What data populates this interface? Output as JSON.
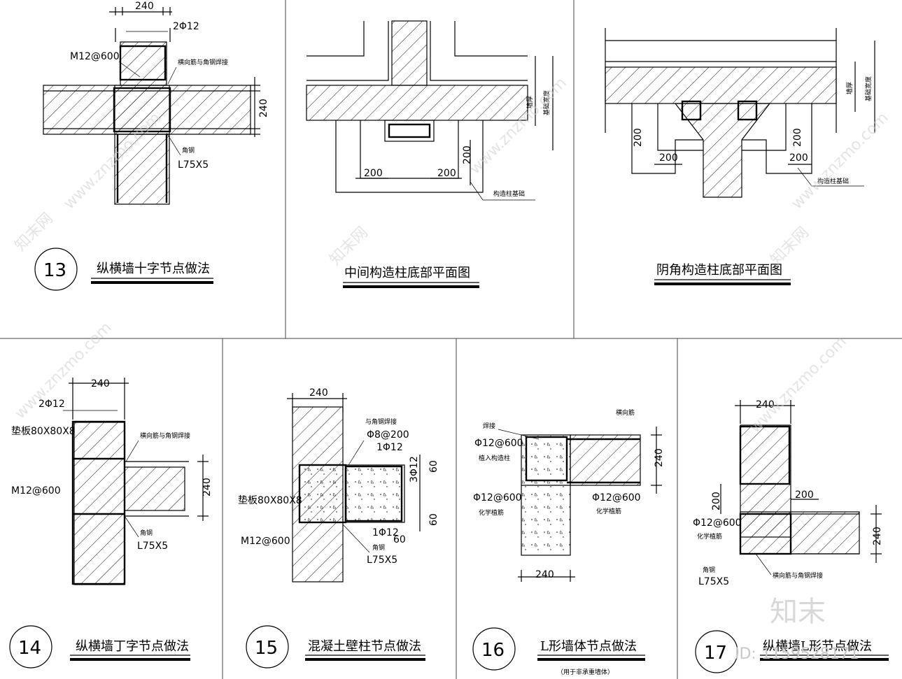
{
  "panels": [
    {
      "id": "13",
      "title": "纵横墙十字节点做法",
      "labels": {
        "dim_top": "240",
        "bar_top": "2Φ12",
        "anchor": "M12@600",
        "weld_note": "横向筋与角钢焊接",
        "dim_right": "240",
        "angle": "角钢",
        "angle_size": "L75X5"
      }
    },
    {
      "id": "mid",
      "title": "中间构造柱底部平面图",
      "labels": {
        "wall_thk": "墙厚",
        "found_w": "基础宽度",
        "d1": "200",
        "d2": "200",
        "d3": "200",
        "found_note": "构造柱基础"
      }
    },
    {
      "id": "corner",
      "title": "阴角构造柱底部平面图",
      "labels": {
        "wall_thk": "墙厚",
        "found_w": "基础宽度",
        "d1": "200",
        "d2": "200",
        "d3": "200",
        "d4": "200",
        "found_note": "构造柱基础"
      }
    },
    {
      "id": "14",
      "title": "纵横墙丁字节点做法",
      "labels": {
        "dim_top": "240",
        "bar_top": "2Φ12",
        "plate": "垫板80X80X8",
        "weld_note": "横向筋与角钢焊接",
        "anchor": "M12@600",
        "dim_right": "240",
        "angle": "角钢",
        "angle_size": "L75X5"
      }
    },
    {
      "id": "15",
      "title": "混凝土壁柱节点做法",
      "labels": {
        "dim_top": "240",
        "weld_note": "与角钢焊接",
        "stirrup": "Φ8@200",
        "bar1": "1Φ12",
        "bar3": "3Φ12",
        "d60a": "60",
        "d60b": "60",
        "plate": "垫板80X80X8",
        "bar1b": "1Φ12",
        "d60c": "60",
        "anchor": "M12@600",
        "angle": "角钢",
        "angle_size": "L75X5"
      }
    },
    {
      "id": "16",
      "title": "L形墙体节点做法",
      "subtitle": "（用于非承重墙体）",
      "labels": {
        "weld": "焊接",
        "long_bar": "横向筋",
        "bar_a": "Φ12@600",
        "bar_a_note": "植入构造柱",
        "dim_right": "240",
        "bar_b": "Φ12@600",
        "bar_b_note": "化学植筋",
        "bar_c": "Φ12@600",
        "bar_c_note": "化学植筋",
        "dim_bottom": "240"
      }
    },
    {
      "id": "17",
      "title": "纵横墙L形节点做法",
      "labels": {
        "dim_top": "240",
        "d200a": "200",
        "d200b": "200",
        "bar": "Φ12@600",
        "bar_note": "化学植筋",
        "dim_right": "240",
        "angle": "角钢",
        "angle_size": "L75X5",
        "weld_note": "横向筋与角钢焊接"
      }
    }
  ],
  "watermarks": {
    "site": "www.znzmo.com",
    "brand": "知末网",
    "logo": "知末",
    "id_text": "ID: 1159528171"
  }
}
